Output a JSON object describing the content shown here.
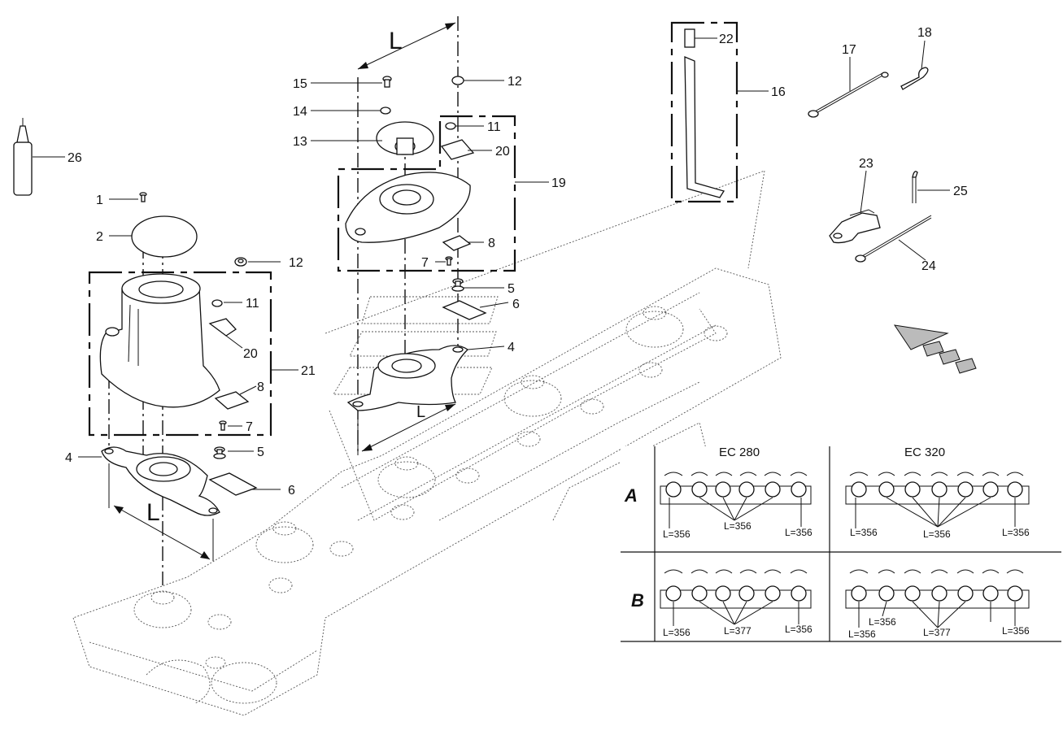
{
  "diagram": {
    "part_numbers": [
      "1",
      "2",
      "4",
      "4",
      "5",
      "5",
      "6",
      "6",
      "7",
      "7",
      "8",
      "8",
      "11",
      "11",
      "12",
      "12",
      "13",
      "14",
      "15",
      "16",
      "17",
      "18",
      "19",
      "20",
      "20",
      "21",
      "22",
      "23",
      "24",
      "25",
      "26"
    ],
    "dimension_letter": "L",
    "table": {
      "col_ec280": "EC 280",
      "col_ec320": "EC 320",
      "row_a": "A",
      "row_b": "B",
      "a_ec280": [
        "L=356",
        "L=356",
        "L=356"
      ],
      "a_ec320": [
        "L=356",
        "L=356",
        "L=356"
      ],
      "b_ec280": [
        "L=356",
        "L=377",
        "L=356"
      ],
      "b_ec320": [
        "L=356",
        "L=356",
        "L=377",
        "L=356"
      ]
    }
  }
}
